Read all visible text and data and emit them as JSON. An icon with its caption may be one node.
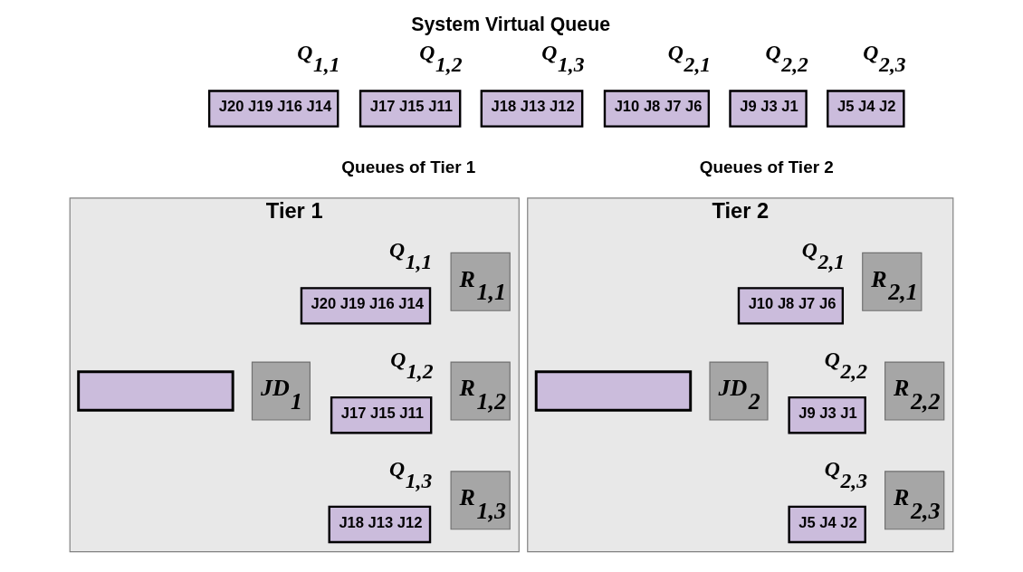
{
  "diagram": {
    "title": "System Virtual Queue",
    "nodes": [
      {
        "text": [
          "J20 J19 J16 J14"
        ],
        "beside": [
          "Q$_{1,1}$"
        ]
      },
      {
        "text": [
          "J17 J15 J11"
        ],
        "beside": [
          "Q$_{1,2}$"
        ]
      },
      {
        "text": [
          "J18 J13 J12"
        ],
        "beside": [
          "Q$_{1,3}$"
        ]
      },
      {
        "text": [
          "J10 J8 J7 J6"
        ],
        "beside": [
          "Q$_{2,1}$"
        ]
      },
      {
        "text": [
          "J9 J3 J1"
        ],
        "beside": [
          "Q$_{2,2}$"
        ]
      },
      {
        "text": [
          "J5 J4 J2"
        ],
        "beside": [
          "Q$_{2,3}$"
        ]
      },
      {
        "text": [
          "Tier 1"
        ]
      },
      {
        "text": [],
        "shape": "box",
        "in": 6
      },
      {
        "text": [
          "JD$_{1}$"
        ],
        "in": 6
      },
      {
        "text": [
          "J20 J19 J16 J14"
        ],
        "beside": [
          "Q$_{1,1}$"
        ],
        "in": 6
      },
      {
        "text": [
          "R$_{1,1}$"
        ],
        "in": 6
      },
      {
        "text": [
          "J17 J15 J11"
        ],
        "beside": [
          "Q$_{1,2}$"
        ],
        "in": 6
      },
      {
        "text": [
          "R$_{1,2}$"
        ],
        "in": 6
      },
      {
        "text": [
          "J18 J13 J12"
        ],
        "beside": [
          "Q$_{1,3}$"
        ],
        "in": 6
      },
      {
        "text": [
          "R$_{1,3}$"
        ],
        "in": 6
      },
      {
        "text": [
          "Tier 2"
        ]
      },
      {
        "text": [],
        "shape": "box",
        "in": 15
      },
      {
        "text": [
          "JD$_{2}$"
        ],
        "in": 15
      },
      {
        "text": [
          "J10 J8 J7 J6"
        ],
        "beside": [
          "Q$_{2,1}$"
        ],
        "in": 15
      },
      {
        "text": [
          "R$_{2,1}$"
        ],
        "in": 15
      },
      {
        "text": [
          "J9 J3 J1"
        ],
        "beside": [
          "Q$_{2,2}$"
        ],
        "in": 15
      },
      {
        "text": [
          "R$_{2,2}$"
        ],
        "in": 15
      },
      {
        "text": [
          "J5 J4 J2"
        ],
        "beside": [
          "Q$_{2,3}$"
        ],
        "in": 15
      },
      {
        "text": [
          "R$_{2,3}$"
        ],
        "in": 15
      }
    ],
    "labels": [
      "Queues of Tier 1",
      "Queues of Tier 2"
    ]
  }
}
